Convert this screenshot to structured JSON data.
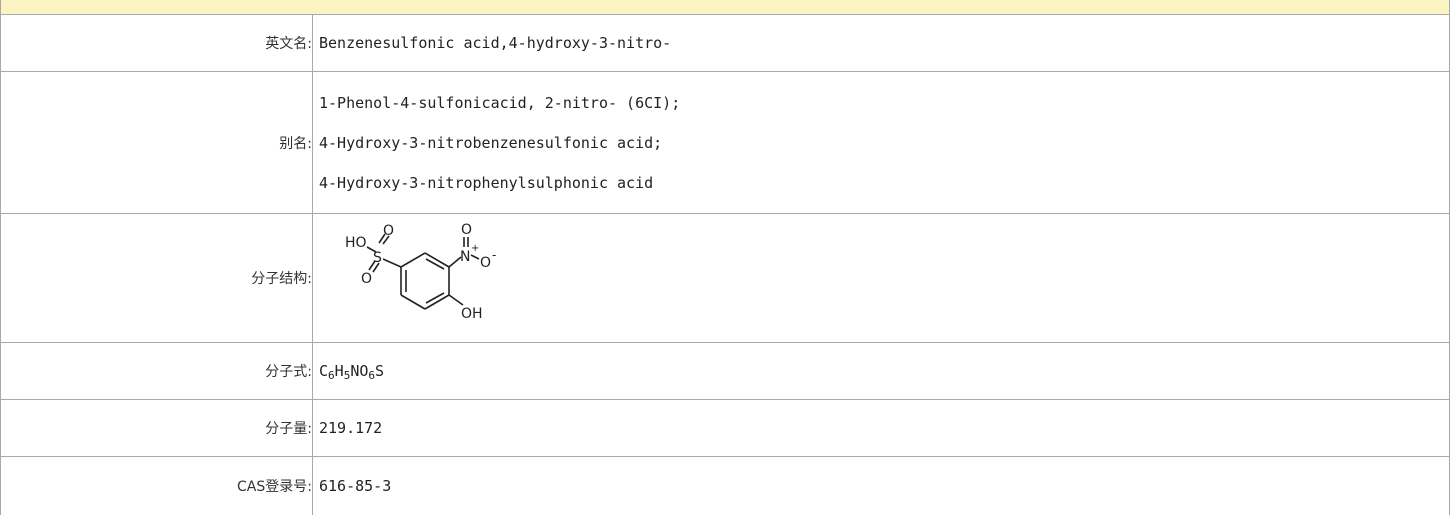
{
  "rows": {
    "english_name": {
      "label": "英文名:",
      "value": "Benzenesulfonic acid,4-hydroxy-3-nitro-"
    },
    "alias": {
      "label": "别名:",
      "values": [
        "1-Phenol-4-sulfonicacid, 2-nitro- (6CI);",
        "4-Hydroxy-3-nitrobenzenesulfonic acid;",
        "4-Hydroxy-3-nitrophenylsulphonic acid"
      ]
    },
    "structure": {
      "label": "分子结构:",
      "atoms": {
        "ho": "HO",
        "s": "S",
        "o_top": "O",
        "o_bottom": "O",
        "n": "N",
        "plus": "+",
        "o_nitro_top": "O",
        "o_nitro_right": "O",
        "minus": "-",
        "oh": "OH"
      }
    },
    "formula": {
      "label": "分子式:",
      "c": "C",
      "c_n": "6",
      "h": "H",
      "h_n": "5",
      "no": "NO",
      "o_n": "6",
      "s": "S"
    },
    "mol_weight": {
      "label": "分子量:",
      "value": "219.172"
    },
    "cas": {
      "label": "CAS登录号:",
      "value": "616-85-3"
    }
  }
}
